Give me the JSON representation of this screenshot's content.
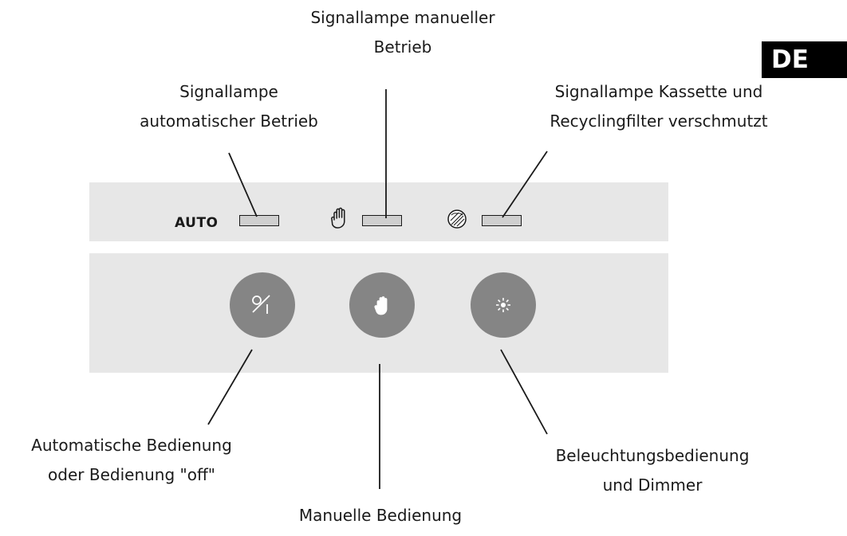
{
  "language_badge": "DE",
  "panel": {
    "auto_text": "AUTO"
  },
  "labels": {
    "auto_lamp": [
      "Signallampe",
      "automatischer Betrieb"
    ],
    "manual_lamp": [
      "Signallampe manueller",
      "Betrieb"
    ],
    "filter_lamp": [
      "Signallampe Kassette und",
      "Recyclingfilter verschmutzt"
    ],
    "auto_button": [
      "Automatische Bedienung",
      "oder Bedienung \"off\""
    ],
    "manual_button": [
      "Manuelle Bedienung"
    ],
    "light_button": [
      "Beleuchtungsbedienung",
      "und Dimmer"
    ]
  },
  "icons": {
    "manual_indicator_icon": "hand-icon",
    "filter_indicator_icon": "filter-icon",
    "auto_button_icon": "on-off-icon",
    "manual_button_icon": "hand-icon",
    "light_button_icon": "light-icon"
  },
  "colors": {
    "panel": "#e7e7e7",
    "button": "#858585",
    "indicator": "#cfcfcf",
    "badge": "#000000"
  }
}
